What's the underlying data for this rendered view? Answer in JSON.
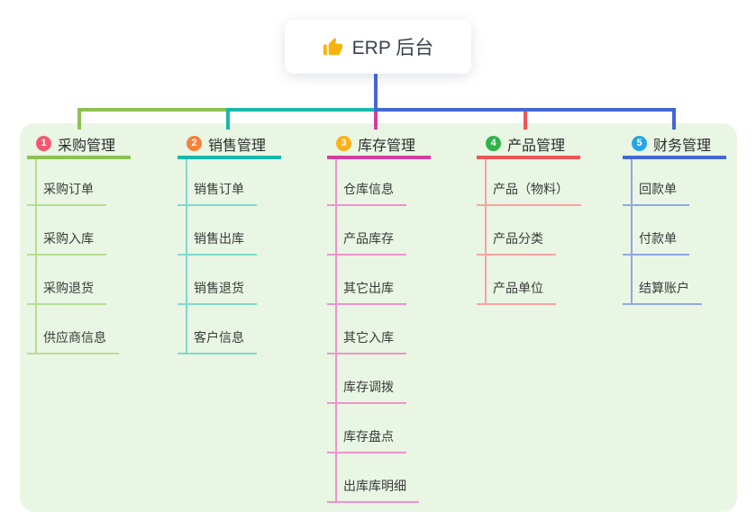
{
  "root": {
    "label": "ERP 后台",
    "icon": "thumbs-up-icon"
  },
  "colors": {
    "root_line": "#4467d2",
    "panel_bg": "#e9f6e4",
    "root_text": "#39424e",
    "item_text": "#3a3a3a",
    "thumb_icon": "#f5b40e"
  },
  "branches": [
    {
      "num": "1",
      "title": "采购管理",
      "badge_color": "#f45871",
      "line_color": "#8cc152",
      "light_color": "#b7dc92",
      "children": [
        "采购订单",
        "采购入库",
        "采购退货",
        "供应商信息"
      ]
    },
    {
      "num": "2",
      "title": "销售管理",
      "badge_color": "#f6823c",
      "line_color": "#17b9ab",
      "light_color": "#7ed9cd",
      "children": [
        "销售订单",
        "销售出库",
        "销售退货",
        "客户信息"
      ]
    },
    {
      "num": "3",
      "title": "库存管理",
      "badge_color": "#fbb119",
      "line_color": "#d43d9e",
      "light_color": "#ef93cb",
      "children": [
        "仓库信息",
        "产品库存",
        "其它出库",
        "其它入库",
        "库存调拨",
        "库存盘点",
        "出库库明细"
      ]
    },
    {
      "num": "4",
      "title": "产品管理",
      "badge_color": "#30b349",
      "line_color": "#ef5657",
      "light_color": "#f7a3a3",
      "children": [
        "产品（物料）",
        "产品分类",
        "产品单位"
      ]
    },
    {
      "num": "5",
      "title": "财务管理",
      "badge_color": "#27a4e8",
      "line_color": "#4467d2",
      "light_color": "#92a7e3",
      "children": [
        "回款单",
        "付款单",
        "结算账户"
      ]
    }
  ]
}
